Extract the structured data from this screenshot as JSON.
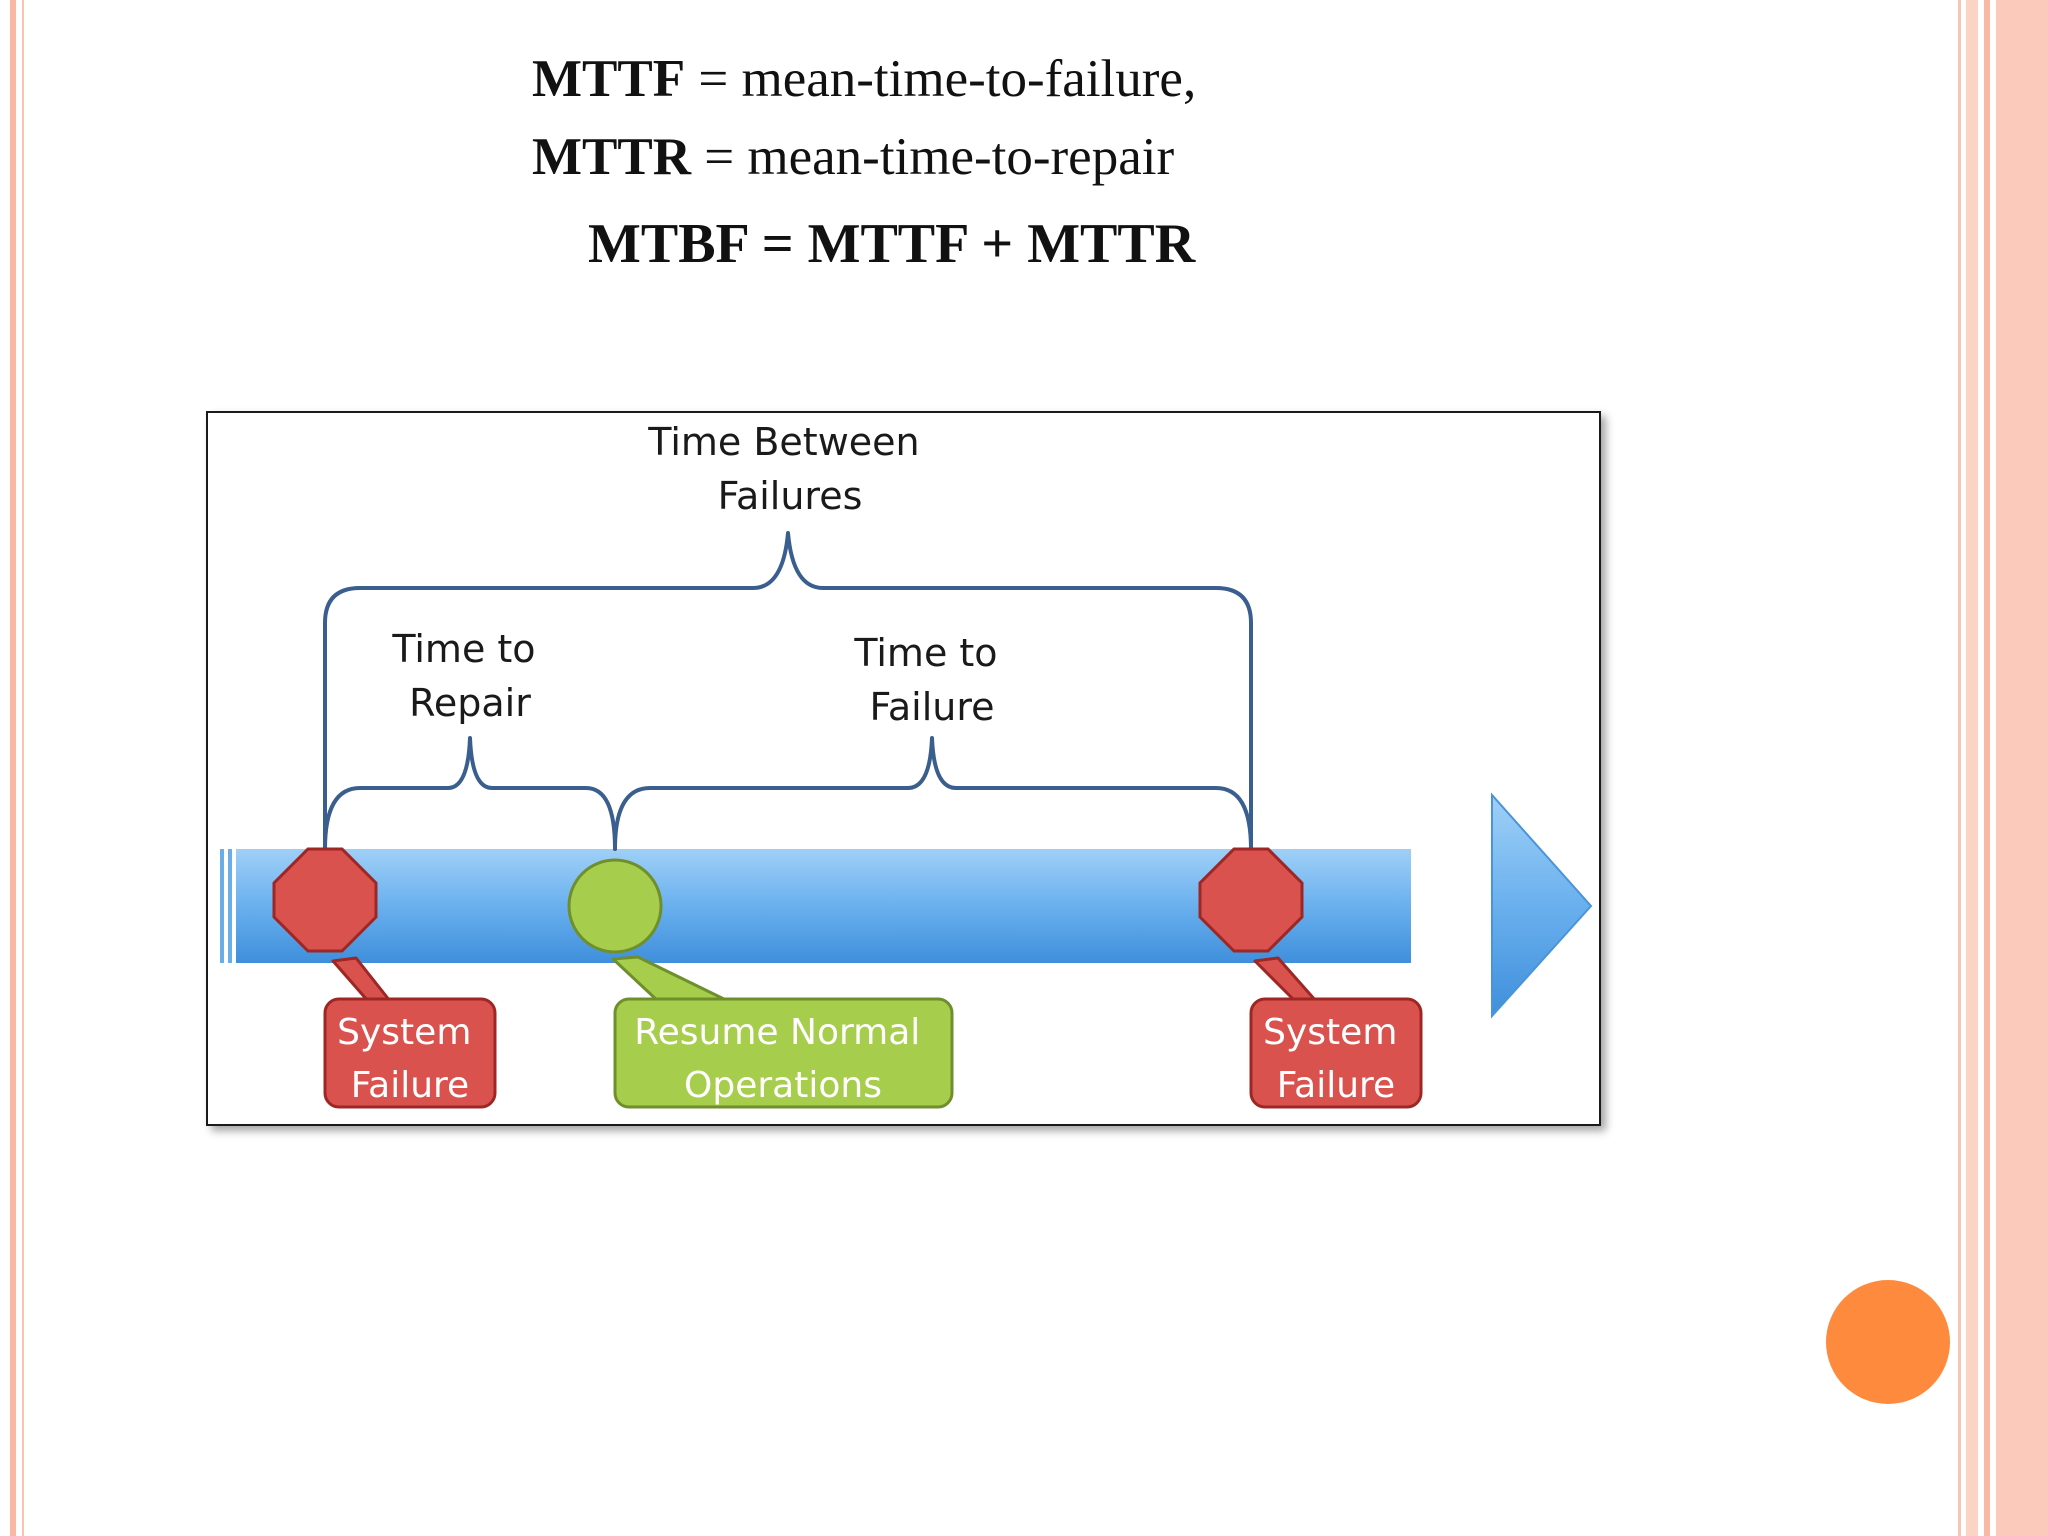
{
  "colors": {
    "accent_dot": "#fe8a3e",
    "border_salmon": "#f8b8a4",
    "failure_red": "#d9524e",
    "resume_green": "#a6cd4c",
    "timeline_blue": "#6aaee8",
    "bracket_blue": "#3a5f8f"
  },
  "definitions": {
    "mttf": {
      "term": "MTTF",
      "text": " = mean-time-to-failure,"
    },
    "mttr": {
      "term": "MTTR",
      "text": " = mean-time-to-repair"
    }
  },
  "formula": "MTBF = MTTF + MTTR",
  "diagram": {
    "time_between_failures": [
      "Time Between",
      "Failures"
    ],
    "time_to_repair": [
      "Time to",
      "Repair"
    ],
    "time_to_failure": [
      "Time to",
      "Failure"
    ],
    "failure_callout_left": [
      "System",
      "Failure"
    ],
    "resume_callout": [
      "Resume Normal",
      "Operations"
    ],
    "failure_callout_right": [
      "System",
      "Failure"
    ],
    "icons": {
      "failure_marker": "red-octagon-icon",
      "resume_marker": "green-circle-icon",
      "timeline": "arrow-right-icon"
    }
  }
}
